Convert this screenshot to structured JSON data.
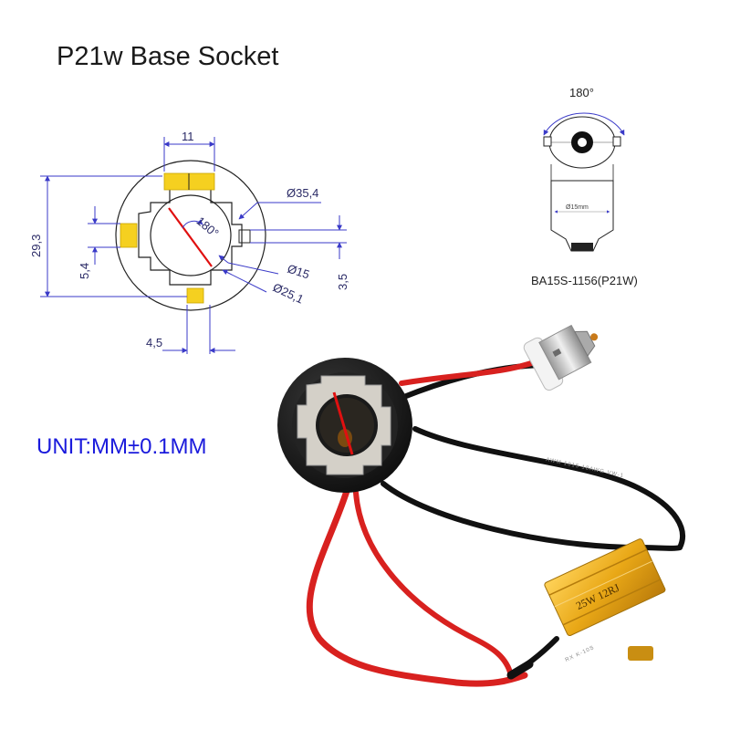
{
  "title": "P21w Base Socket",
  "unit_note": "UNIT:MM±0.1MM",
  "socket_drawing": {
    "dimensions": {
      "width_top": "11",
      "outer_diameter": "Ø35,4",
      "angle": "180°",
      "height": "29,3",
      "left_small": "5,4",
      "inner_diameter": "Ø15",
      "right_small": "3,5",
      "mid_diameter": "Ø25,1",
      "bottom_width": "4,5"
    }
  },
  "bulb_drawing": {
    "angle": "180°",
    "base_diameter": "Ø15mm",
    "caption": "BA15S-1156(P21W)"
  },
  "resistor": {
    "label": "25W 12RJ",
    "side_label": "RX K-10S"
  },
  "wire_print": "AWM 1015 18AWG VW-1",
  "colors": {
    "dimension_lines": "#3a3ac8",
    "title_text": "#1a1a1a",
    "unit_text": "#1a1adc",
    "clip_yellow": "#f5d020",
    "angle_red": "#e01010",
    "socket_black": "#1c1c1c",
    "resistor_gold": "#e9a817",
    "red_wire": "#d8211f",
    "black_wire": "#111111"
  }
}
